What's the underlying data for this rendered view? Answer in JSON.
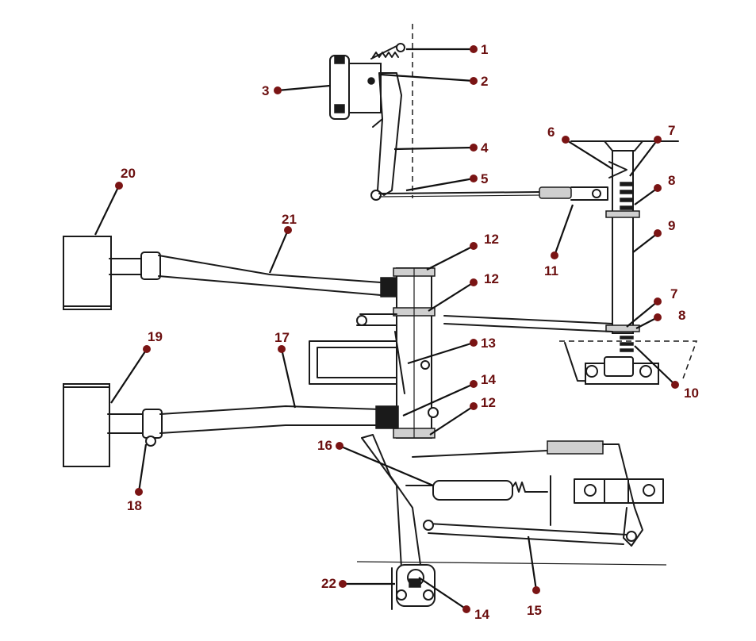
{
  "colors": {
    "callout_dot": "#7a1414",
    "callout_text": "#6b0f0f",
    "line_art": "#1a1a1a"
  },
  "callouts": [
    {
      "label": "1"
    },
    {
      "label": "2"
    },
    {
      "label": "3"
    },
    {
      "label": "4"
    },
    {
      "label": "5"
    },
    {
      "label": "6"
    },
    {
      "label": "7"
    },
    {
      "label": "8"
    },
    {
      "label": "9"
    },
    {
      "label": "11"
    },
    {
      "label": "12"
    },
    {
      "label": "12"
    },
    {
      "label": "20"
    },
    {
      "label": "21"
    },
    {
      "label": "7"
    },
    {
      "label": "8"
    },
    {
      "label": "10"
    },
    {
      "label": "13"
    },
    {
      "label": "19"
    },
    {
      "label": "17"
    },
    {
      "label": "14"
    },
    {
      "label": "12"
    },
    {
      "label": "18"
    },
    {
      "label": "16"
    },
    {
      "label": "22"
    },
    {
      "label": "14"
    },
    {
      "label": "15"
    }
  ]
}
